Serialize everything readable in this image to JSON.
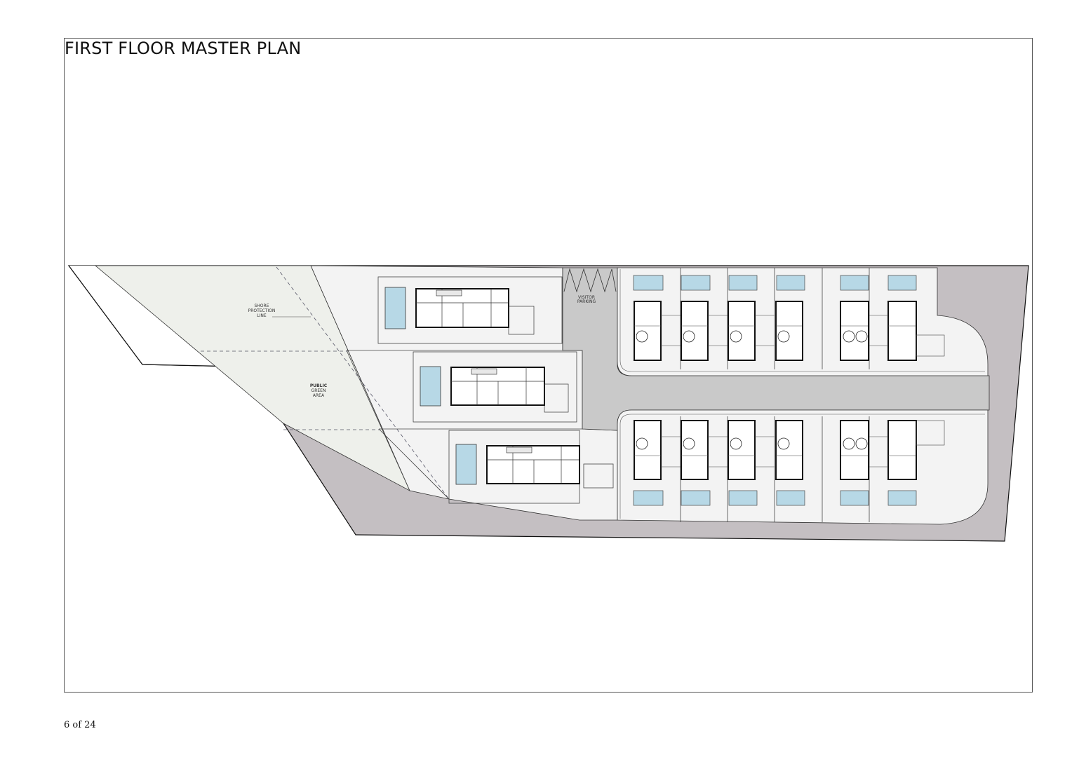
{
  "sheet": {
    "title": "FIRST FLOOR MASTER PLAN",
    "page_number": "6 of 24"
  },
  "plan": {
    "labels": {
      "shore": [
        "SHORE",
        "PROTECTION",
        "LINE"
      ],
      "green": [
        "PUBLIC",
        "GREEN",
        "AREA"
      ],
      "parking": [
        "VISITOR",
        "PARKING"
      ]
    },
    "colors": {
      "boundary_fill": "#c4bfc2",
      "green_area": "#eef0eb",
      "road": "#c9c9c9",
      "plot": "#f3f3f3",
      "pool": "#b7d8e6",
      "wall": "#111111"
    }
  }
}
